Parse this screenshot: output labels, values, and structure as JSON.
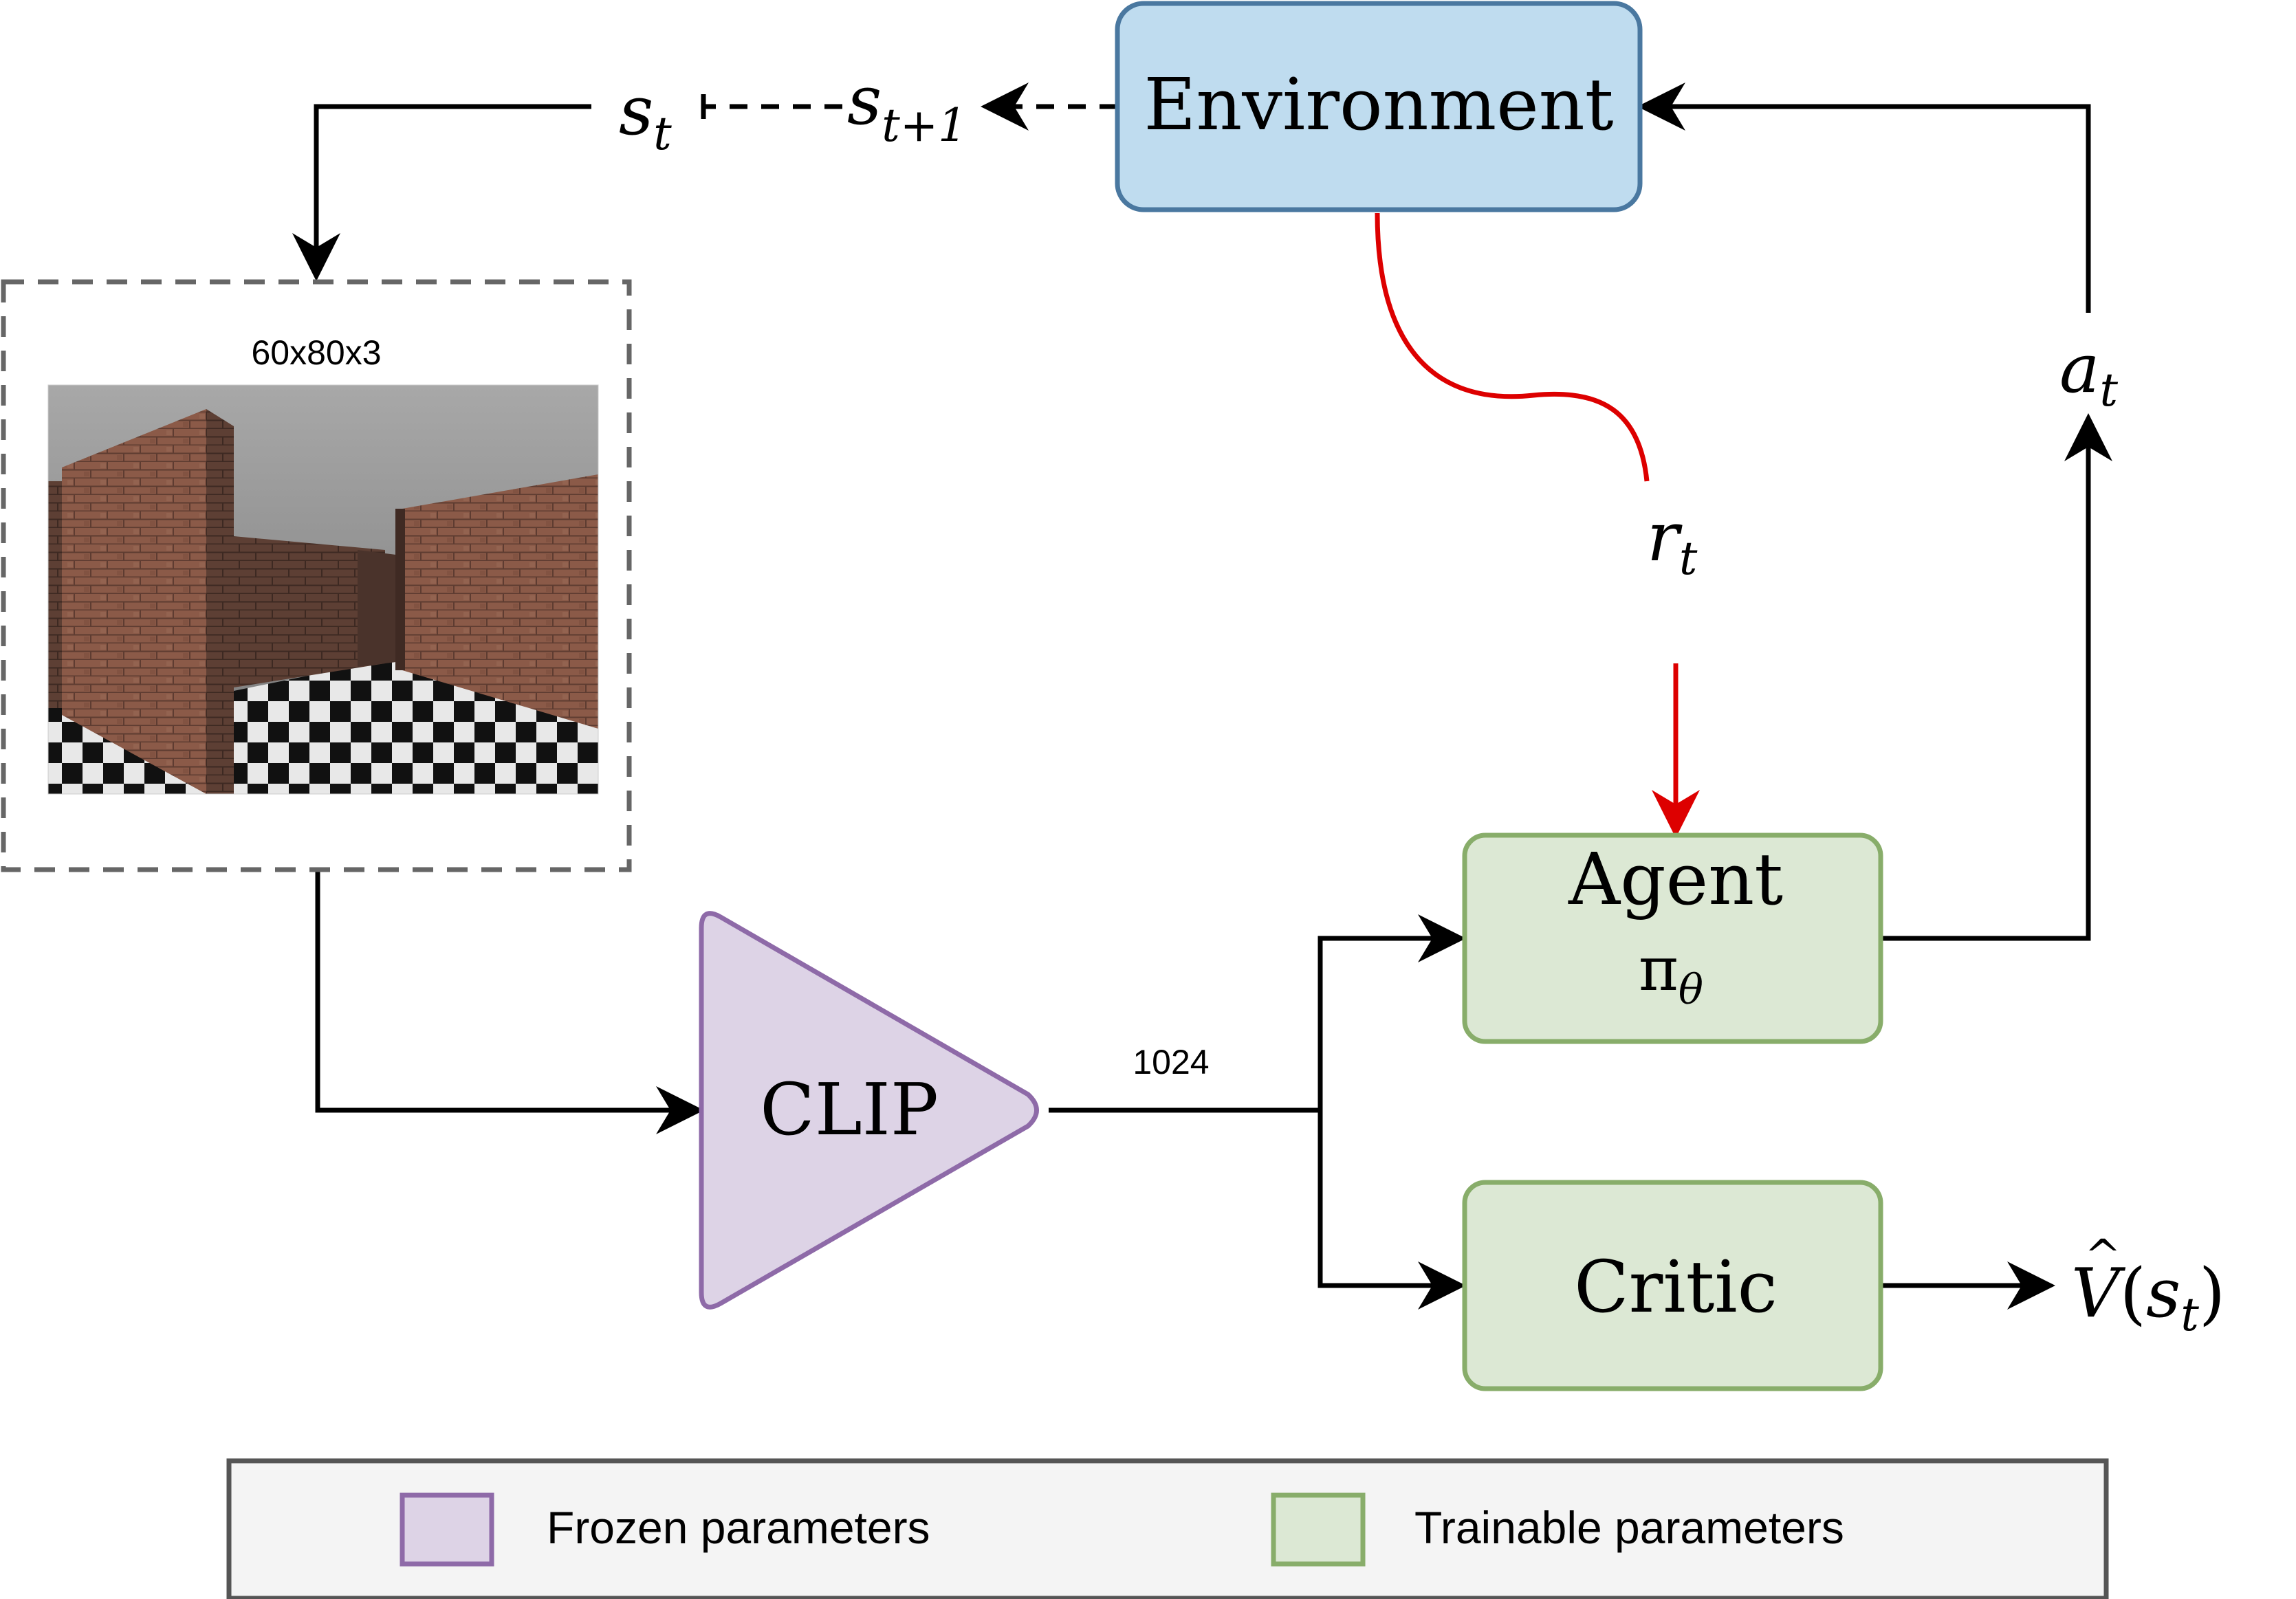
{
  "colors": {
    "environment_fill": "#bfdcef",
    "environment_stroke": "#4a78a0",
    "frozen_fill": "#ddd3e6",
    "frozen_stroke": "#8e6aa8",
    "trainable_fill": "#dce8d4",
    "trainable_stroke": "#88ad6a",
    "reward_arrow": "#dd0000",
    "legend_fill": "#f4f4f4",
    "legend_stroke": "#555555"
  },
  "nodes": {
    "environment": {
      "label": "Environment"
    },
    "clip": {
      "label": "CLIP"
    },
    "agent": {
      "label": "Agent",
      "sublabel_base": "π",
      "sublabel_sub": "θ"
    },
    "critic": {
      "label": "Critic"
    }
  },
  "observation": {
    "size_label": "60x80x3",
    "image_description_icon": "maze-frame-image"
  },
  "edges": {
    "state_current": {
      "base": "s",
      "sub": "t"
    },
    "state_next": {
      "base": "s",
      "sub": "t+1"
    },
    "action": {
      "base": "a",
      "sub": "t"
    },
    "reward": {
      "base": "r",
      "sub": "t"
    },
    "value_output": {
      "base": "V",
      "arg_base": "s",
      "arg_sub": "t"
    },
    "embedding_dim": "1024"
  },
  "legend": {
    "frozen_label": "Frozen parameters",
    "trainable_label": "Trainable parameters"
  }
}
